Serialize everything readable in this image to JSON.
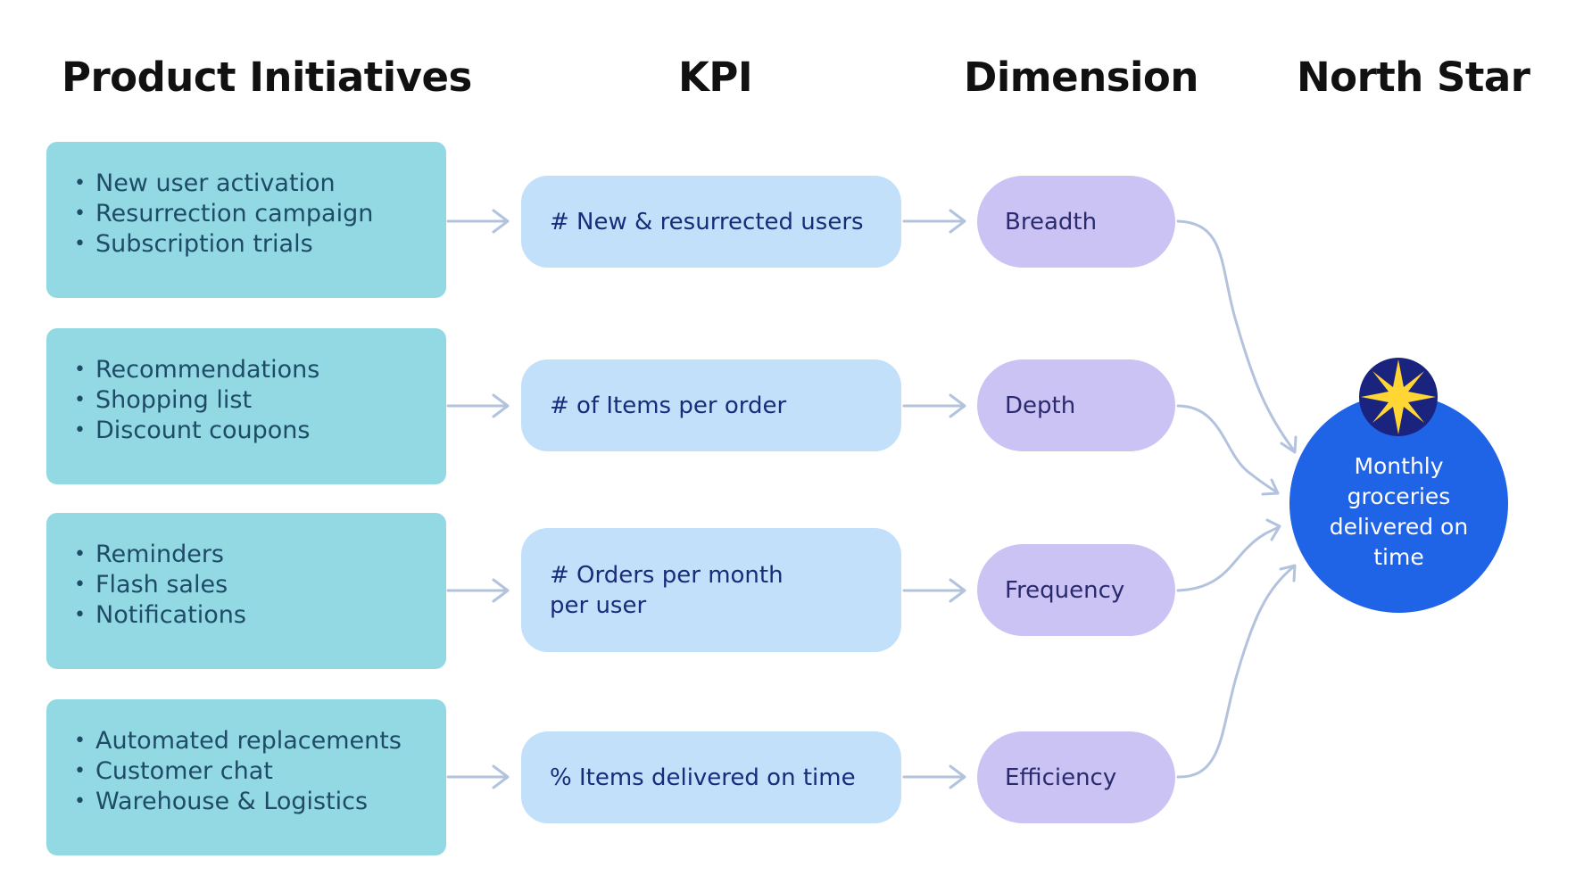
{
  "headers": {
    "initiatives": "Product Initiatives",
    "kpi": "KPI",
    "dimension": "Dimension",
    "north_star": "North Star"
  },
  "rows": [
    {
      "initiatives": [
        "New user activation",
        "Resurrection campaign",
        "Subscription trials"
      ],
      "kpi": "# New & resurrected users",
      "dimension": "Breadth"
    },
    {
      "initiatives": [
        "Recommendations",
        "Shopping list",
        "Discount coupons"
      ],
      "kpi": "# of Items per order",
      "dimension": "Depth"
    },
    {
      "initiatives": [
        "Reminders",
        "Flash sales",
        "Notifications"
      ],
      "kpi": "# Orders per month\nper user",
      "dimension": "Frequency"
    },
    {
      "initiatives": [
        "Automated replacements",
        "Customer chat",
        "Warehouse & Logistics"
      ],
      "kpi": "% Items delivered on time",
      "dimension": "Efficiency"
    }
  ],
  "north_star": {
    "label": "Monthly groceries delivered on time",
    "icon": "star-icon"
  },
  "colors": {
    "initiative_box": "#93d9e3",
    "kpi_box": "#c3e0fb",
    "dimension_box": "#cbc3f3",
    "north_star_circle": "#1f63e6",
    "star_badge": "#1a237e",
    "star": "#ffd633",
    "arrow": "#b3c3de"
  }
}
